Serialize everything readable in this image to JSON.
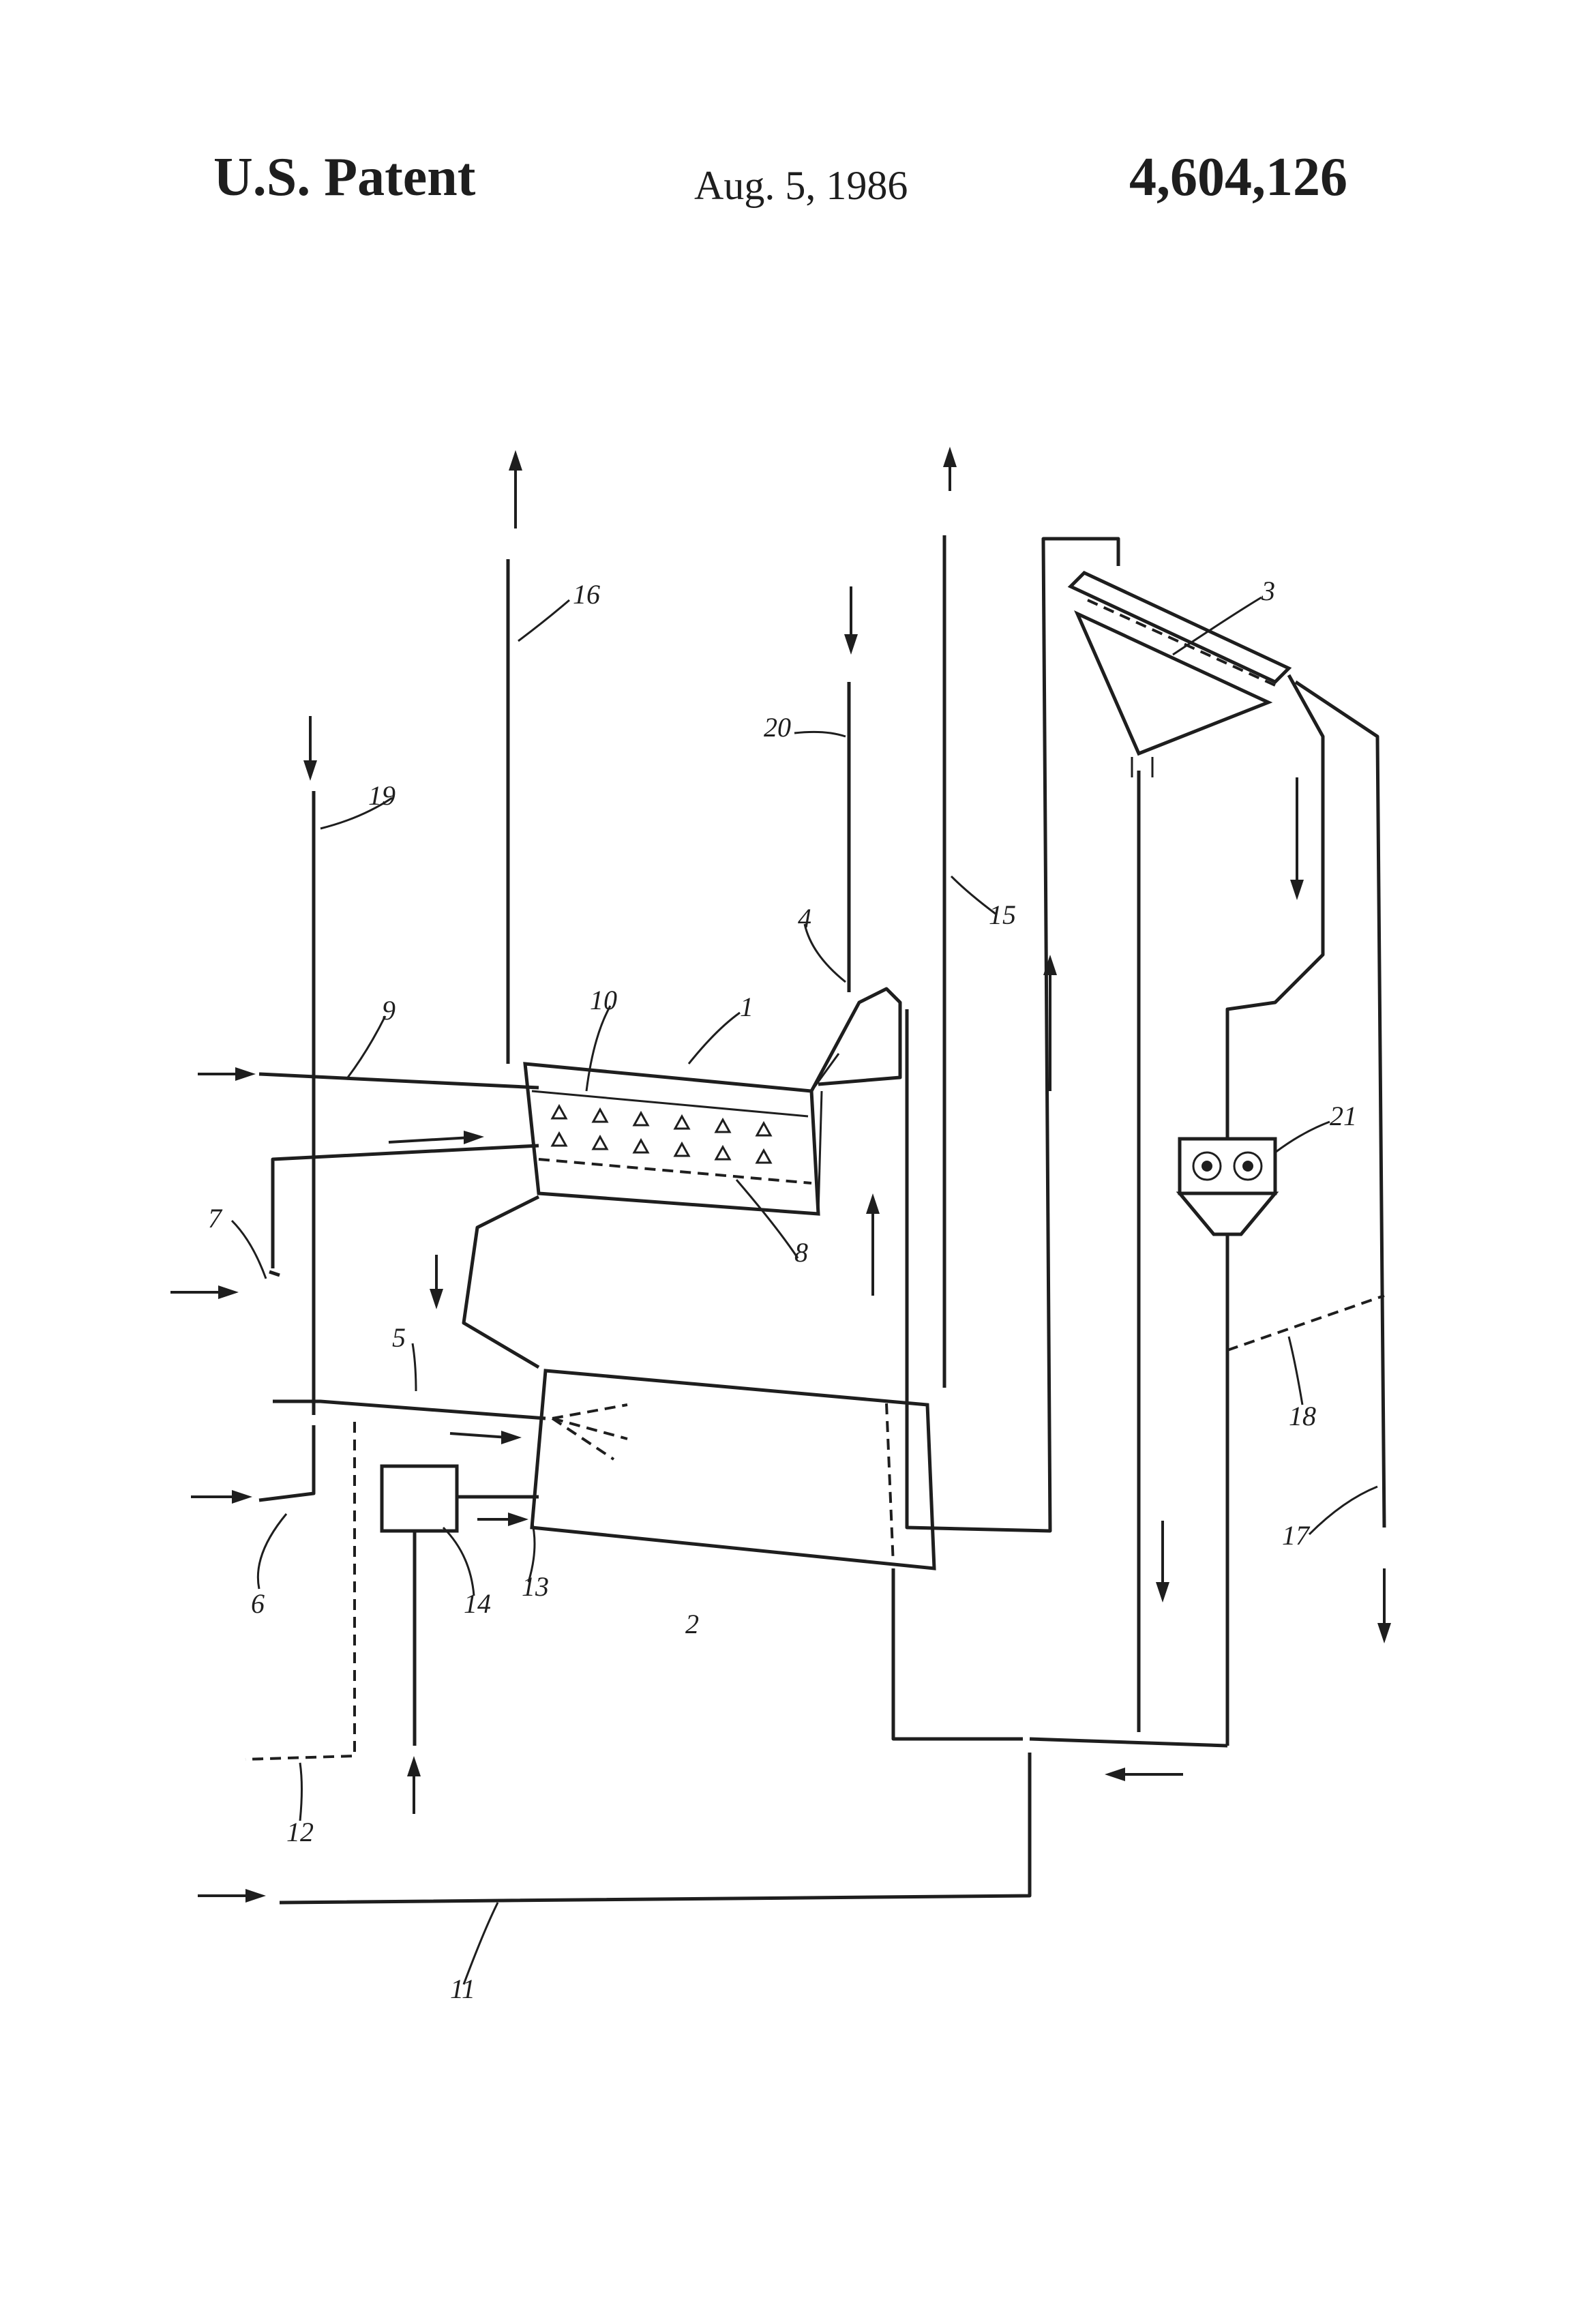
{
  "header": {
    "left": "U.S. Patent",
    "date": "Aug. 5, 1986",
    "patent_number": "4,604,126"
  },
  "labels": {
    "l1": "1",
    "l2": "2",
    "l3": "3",
    "l4": "4",
    "l5": "5",
    "l6": "6",
    "l7": "7",
    "l8": "8",
    "l9": "9",
    "l10": "10",
    "l11": "11",
    "l12": "12",
    "l13": "13",
    "l14": "14",
    "l15": "15",
    "l16": "16",
    "l17": "17",
    "l18": "18",
    "l19": "19",
    "l20": "20",
    "l21": "21"
  }
}
